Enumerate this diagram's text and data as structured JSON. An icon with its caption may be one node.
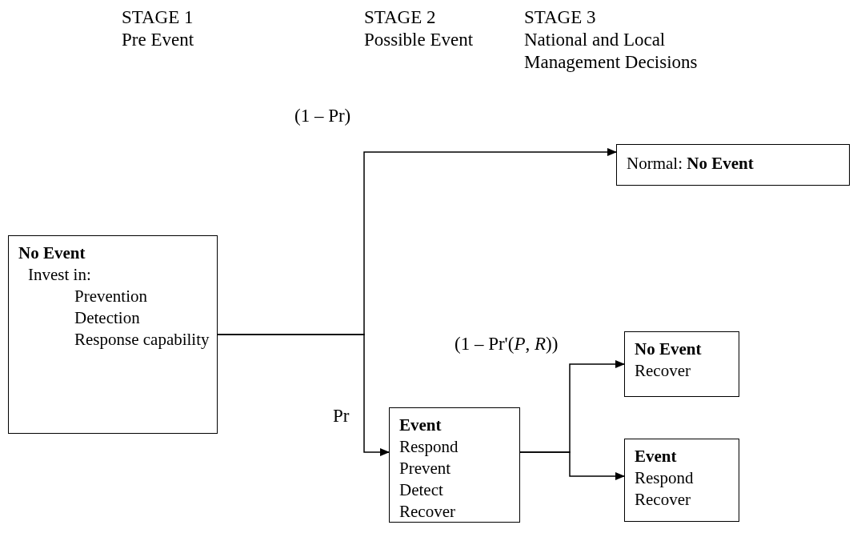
{
  "diagram": {
    "nodes": [
      {
        "text": [
          "No Event",
          "Invest in:",
          "Prevention",
          "Detection",
          "Response capability"
        ]
      },
      {
        "text": [
          "Normal: **No Event**"
        ]
      },
      {
        "text": [
          "Event",
          "Respond",
          "Prevent",
          "Detect",
          "Recover"
        ]
      },
      {
        "text": [
          "No Event",
          "Recover"
        ]
      },
      {
        "text": [
          "Event",
          "Respond",
          "Recover"
        ]
      }
    ],
    "edges": [
      {
        "from": 0,
        "to": 1,
        "arrow": "to",
        "label": "(1 – Pr)"
      },
      {
        "from": 0,
        "to": 2,
        "arrow": "to",
        "label": "Pr"
      },
      {
        "from": 2,
        "to": 3,
        "arrow": "to",
        "label": "(1 – Pr'(*P*, *R*))"
      },
      {
        "from": 2,
        "to": 4,
        "arrow": "to"
      }
    ],
    "labels": [
      "STAGE 1",
      "Pre Event",
      "STAGE 2",
      "Possible Event",
      "STAGE 3",
      "National and Local Management Decisions"
    ]
  }
}
